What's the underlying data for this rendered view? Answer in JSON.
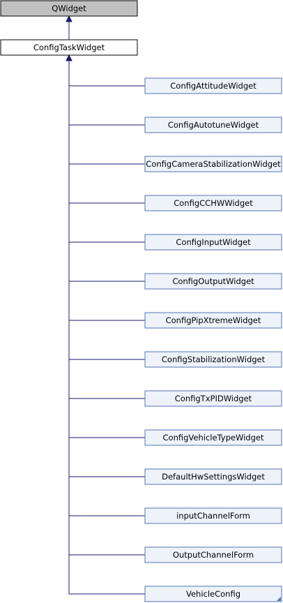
{
  "diagram": {
    "base_class": {
      "label": "QWidget",
      "fill": "#c0c0c0",
      "border": "#000000"
    },
    "parent_class": {
      "label": "ConfigTaskWidget",
      "fill": "#ffffff",
      "border": "#000000"
    },
    "child_style": {
      "fill": "#eef3fa",
      "border": "#5373b4",
      "edge_color": "#191970"
    },
    "children": [
      {
        "label": "ConfigAttitudeWidget"
      },
      {
        "label": "ConfigAutotuneWidget"
      },
      {
        "label": "ConfigCameraStabilizationWidget"
      },
      {
        "label": "ConfigCCHWWidget"
      },
      {
        "label": "ConfigInputWidget"
      },
      {
        "label": "ConfigOutputWidget"
      },
      {
        "label": "ConfigPipXtremeWidget"
      },
      {
        "label": "ConfigStabilizationWidget"
      },
      {
        "label": "ConfigTxPIDWidget"
      },
      {
        "label": "ConfigVehicleTypeWidget"
      },
      {
        "label": "DefaultHwSettingsWidget"
      },
      {
        "label": "inputChannelForm"
      },
      {
        "label": "OutputChannelForm"
      },
      {
        "label": "VehicleConfig"
      }
    ]
  }
}
